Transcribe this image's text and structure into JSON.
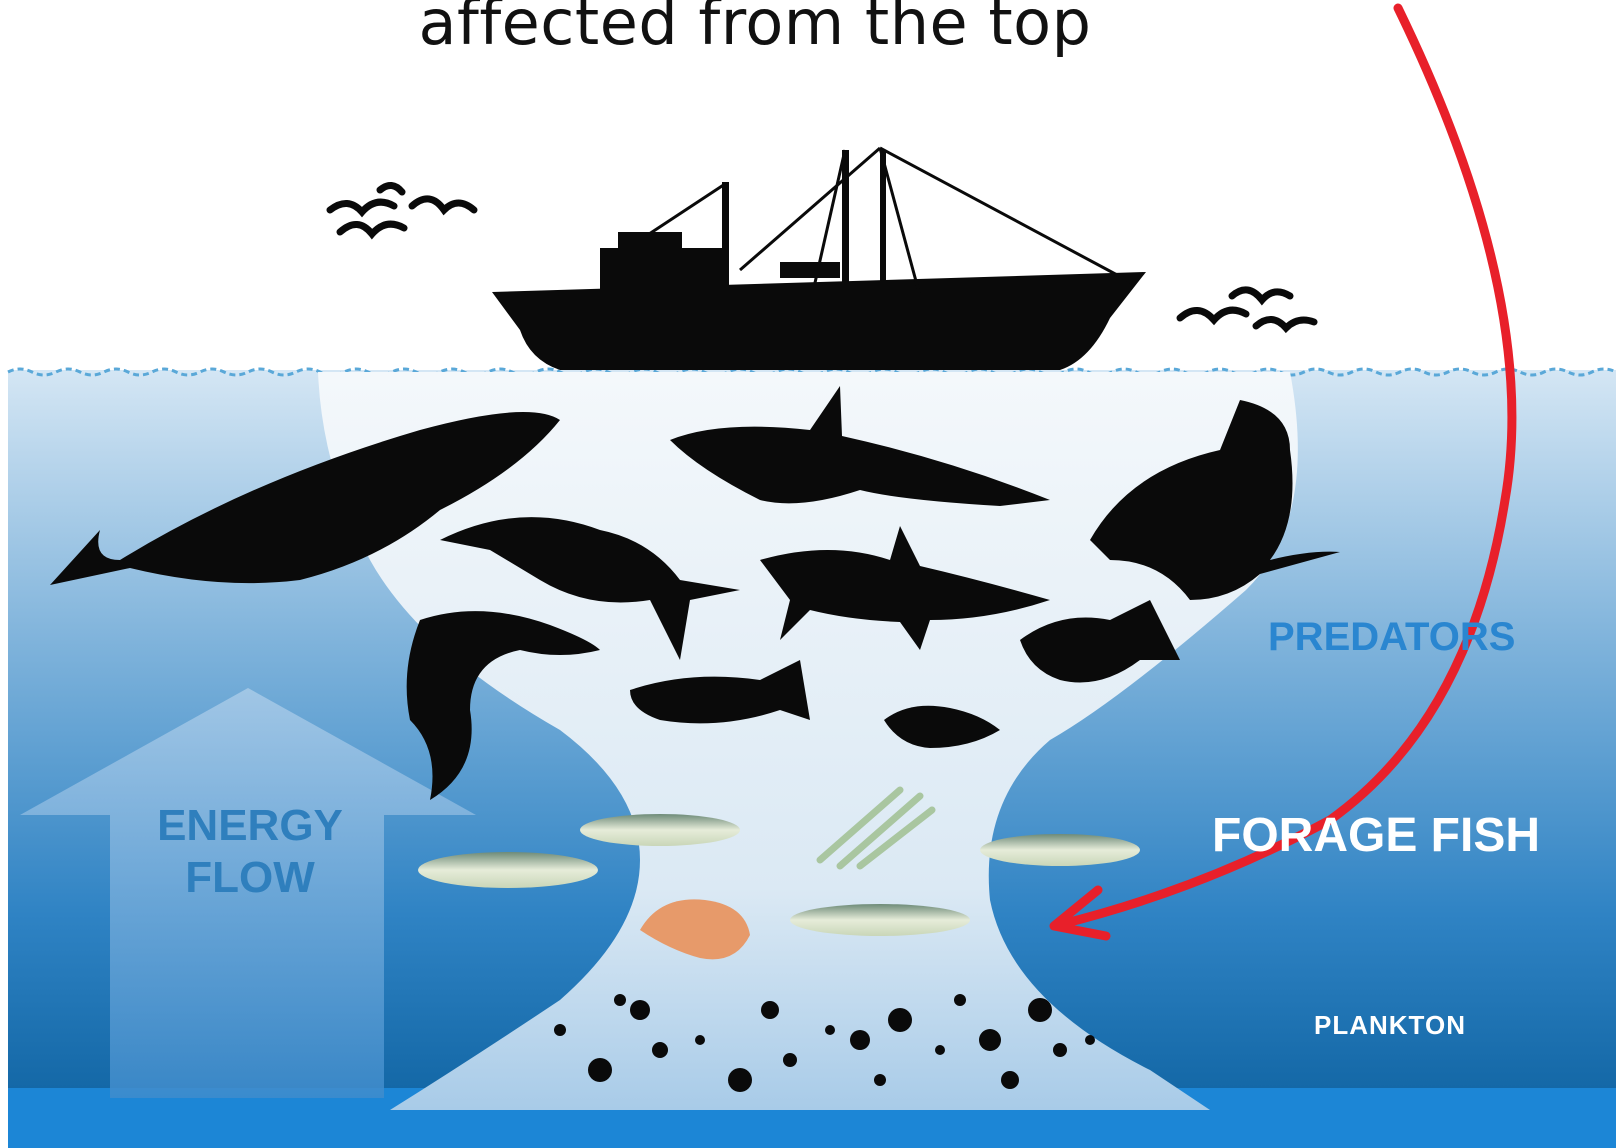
{
  "caption": "affected from the top",
  "labels": {
    "energy_line1": "ENERGY",
    "energy_line2": "FLOW",
    "predators": "PREDATORS",
    "forage_fish": "FORAGE FISH",
    "plankton": "PLANKTON"
  },
  "colors": {
    "ocean_top": "#cfe3f3",
    "ocean_bottom": "#0b5f9d",
    "arrow": "#e8202a",
    "silhouette": "#0a0a0a"
  }
}
